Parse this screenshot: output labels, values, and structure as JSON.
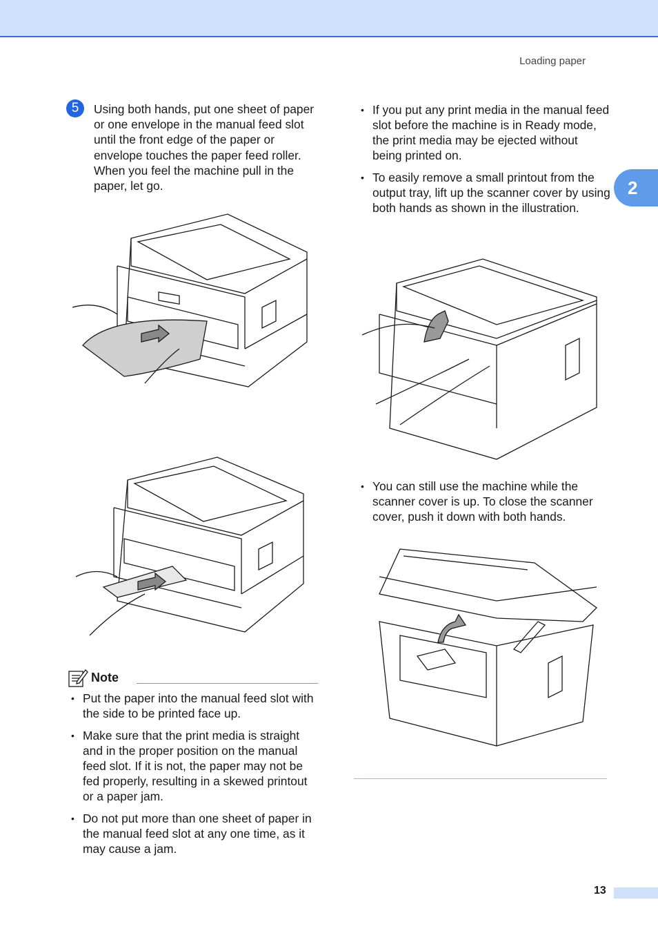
{
  "header": {
    "running_head": "Loading paper"
  },
  "chapter_tab": {
    "label": "2"
  },
  "step": {
    "number": "5",
    "text": "Using both hands, put one sheet of paper or one envelope in the manual feed slot until the front edge of the paper or envelope touches the paper feed roller. When you feel the machine pull in the paper, let go."
  },
  "note": {
    "title": "Note",
    "items": [
      "Put the paper into the manual feed slot with the side to be printed face up.",
      "Make sure that the print media is straight and in the proper position on the manual feed slot. If it is not, the paper may not be fed properly, resulting in a skewed printout or a paper jam.",
      "Do not put more than one sheet of paper in the manual feed slot at any one time, as it may cause a jam."
    ]
  },
  "right_column": {
    "items": [
      "If you put any print media in the manual feed slot before the machine is in Ready mode, the print media may be ejected without being printed on.",
      "To easily remove a small printout from the output tray, lift up the scanner cover by using both hands as shown in the illustration.",
      "You can still use the machine while the scanner cover is up. To close the scanner cover, push it down with both hands."
    ]
  },
  "footer": {
    "page_number": "13"
  }
}
